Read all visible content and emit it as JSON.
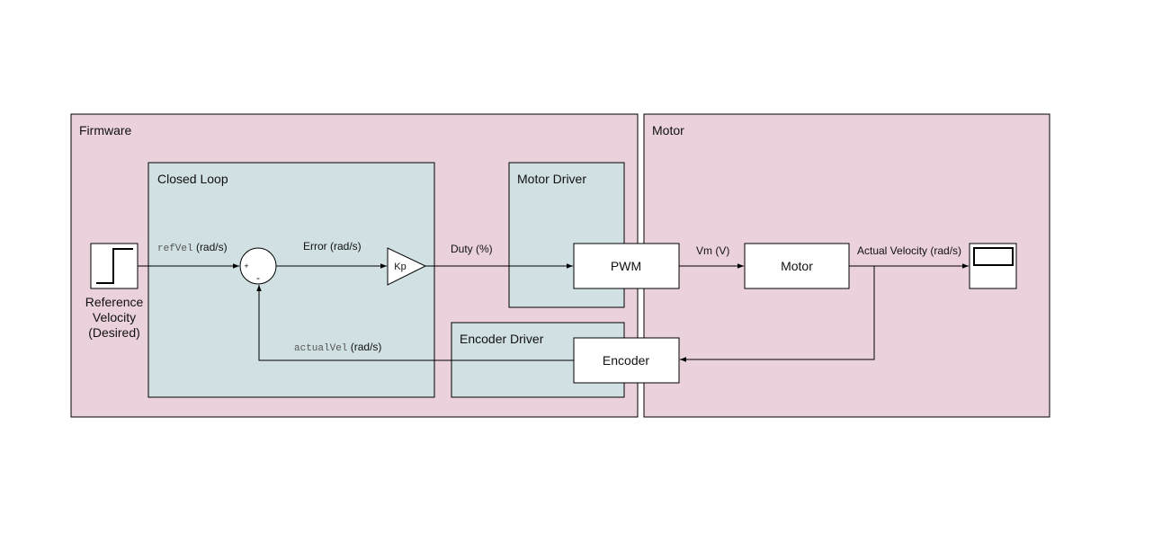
{
  "regions": {
    "firmware": "Firmware",
    "motor": "Motor"
  },
  "subsystems": {
    "closed_loop": "Closed Loop",
    "motor_driver": "Motor Driver",
    "encoder_driver": "Encoder Driver"
  },
  "blocks": {
    "pwm": "PWM",
    "motor": "Motor",
    "encoder": "Encoder",
    "gain": "Kp",
    "sum_plus": "+",
    "sum_minus": "-"
  },
  "source": {
    "line1": "Reference",
    "line2": "Velocity",
    "line3": "(Desired)"
  },
  "signals": {
    "ref_var": "refVel",
    "ref_unit": " (rad/s)",
    "error": "Error (rad/s)",
    "duty": "Duty (%)",
    "vm": "Vm (V)",
    "actual_velocity": "Actual Velocity (rad/s)",
    "actual_var": "actualVel",
    "actual_unit": " (rad/s)"
  },
  "colors": {
    "region_fill": "#ead1dc",
    "subsystem_fill": "#d0e0e3",
    "block_fill": "#ffffff",
    "stroke": "#000000"
  }
}
